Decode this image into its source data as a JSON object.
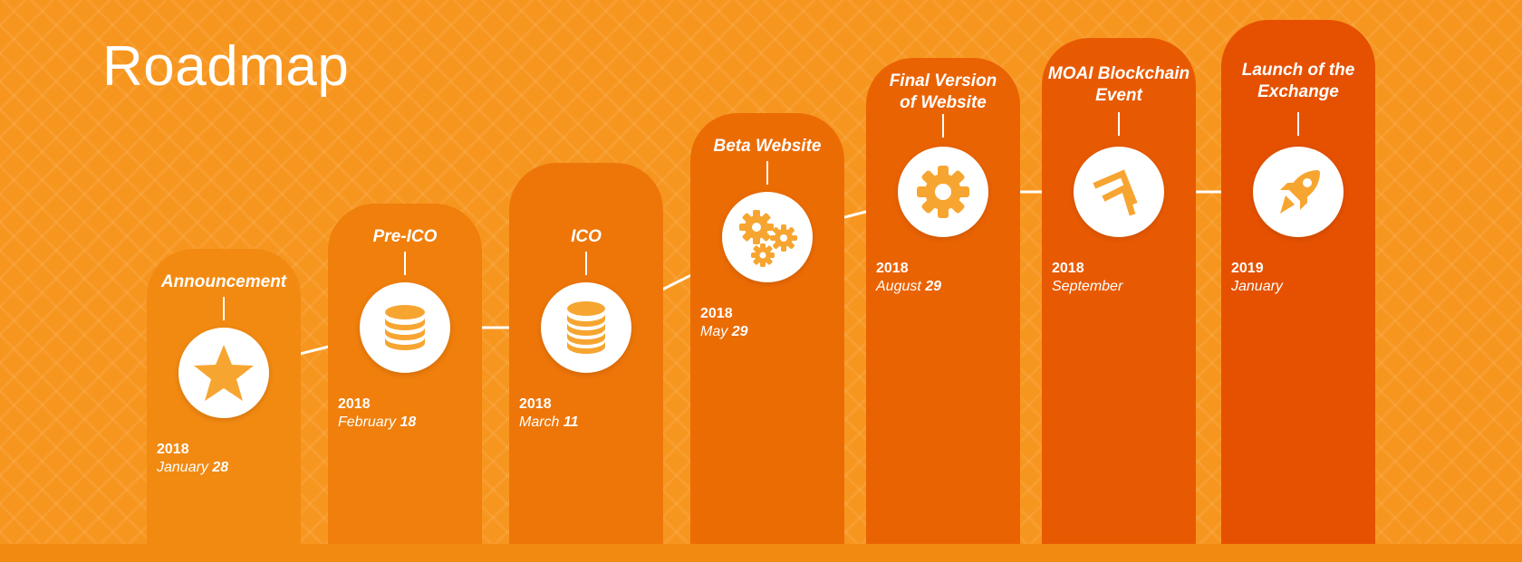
{
  "title": "Roadmap",
  "colors": {
    "background": "#f7961f",
    "icon": "#f7a531",
    "line": "#ffffff"
  },
  "milestones": [
    {
      "label": "Announcement",
      "year": "2018",
      "month": "January",
      "day": "28",
      "icon": "star-icon",
      "color": "#f28a12"
    },
    {
      "label": "Pre-ICO",
      "year": "2018",
      "month": "February",
      "day": "18",
      "icon": "coin-stack-icon",
      "color": "#f07f0c"
    },
    {
      "label": "ICO",
      "year": "2018",
      "month": "March",
      "day": "11",
      "icon": "coin-stack-icon",
      "color": "#ee7608"
    },
    {
      "label": "Beta Website",
      "year": "2018",
      "month": "May",
      "day": "29",
      "icon": "gears-icon",
      "color": "#ec6c04"
    },
    {
      "label": "Final Version of Website",
      "year": "2018",
      "month": "August",
      "day": "29",
      "icon": "gear-icon",
      "color": "#ea6303"
    },
    {
      "label": "MOAI Blockchain Event",
      "year": "2018",
      "month": "September",
      "day": "",
      "icon": "double-chevron-icon",
      "color": "#e85a02"
    },
    {
      "label": "Launch of the Exchange",
      "year": "2019",
      "month": "January",
      "day": "",
      "icon": "rocket-icon",
      "color": "#e55100"
    }
  ]
}
